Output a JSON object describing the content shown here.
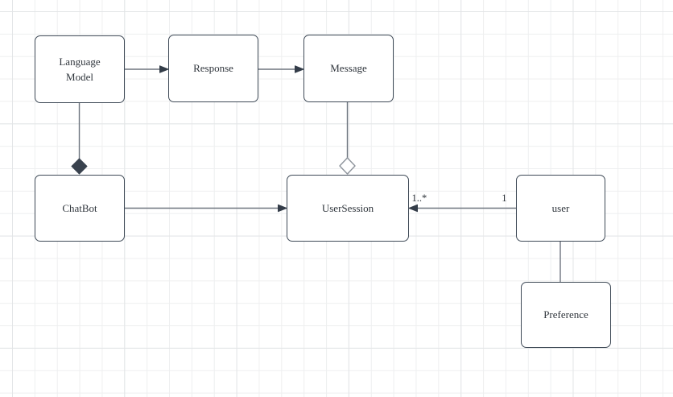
{
  "diagram": {
    "kind": "uml-class-diagram",
    "nodes": [
      {
        "id": "language-model",
        "label": "Language Model"
      },
      {
        "id": "response",
        "label": "Response"
      },
      {
        "id": "message",
        "label": "Message"
      },
      {
        "id": "chatbot",
        "label": "ChatBot"
      },
      {
        "id": "user-session",
        "label": "UserSession"
      },
      {
        "id": "user",
        "label": "user"
      },
      {
        "id": "preference",
        "label": "Preference"
      }
    ],
    "edges": [
      {
        "from": "language-model",
        "to": "response",
        "type": "directed-arrow"
      },
      {
        "from": "response",
        "to": "message",
        "type": "directed-arrow"
      },
      {
        "from": "language-model",
        "to": "chatbot",
        "type": "composition",
        "marker": "filled-diamond"
      },
      {
        "from": "message",
        "to": "user-session",
        "type": "aggregation",
        "marker": "hollow-diamond"
      },
      {
        "from": "chatbot",
        "to": "user-session",
        "type": "directed-arrow"
      },
      {
        "from": "user",
        "to": "user-session",
        "type": "directed-arrow",
        "source_label": "1",
        "target_label": "1..*"
      },
      {
        "from": "user",
        "to": "preference",
        "type": "association"
      }
    ],
    "colors": {
      "canvas_background": "#ffffff",
      "grid_minor": "#eeeff0",
      "grid_major": "#e3e5e7",
      "node_fill": "#ffffff",
      "node_border": "#3f4a57",
      "node_text": "#2f353c",
      "edge_line": "#6e757f",
      "marker_fill": "#39424e"
    }
  }
}
